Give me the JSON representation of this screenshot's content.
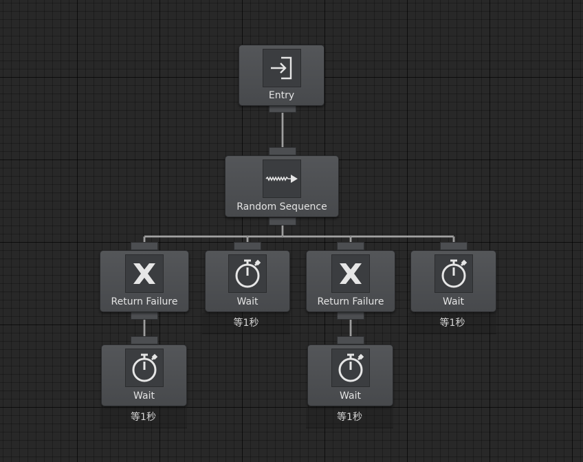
{
  "graph": {
    "nodes": {
      "entry": {
        "label": "Entry",
        "icon": "entry-arrow-icon"
      },
      "random_sequence": {
        "label": "Random Sequence",
        "icon": "wavy-arrow-icon"
      },
      "return_failure_1": {
        "label": "Return Failure",
        "icon": "x-failure-icon"
      },
      "wait_1": {
        "label": "Wait",
        "icon": "stopwatch-icon",
        "comment": "等1秒"
      },
      "return_failure_2": {
        "label": "Return Failure",
        "icon": "x-failure-icon"
      },
      "wait_2": {
        "label": "Wait",
        "icon": "stopwatch-icon",
        "comment": "等1秒"
      },
      "wait_3": {
        "label": "Wait",
        "icon": "stopwatch-icon",
        "comment": "等1秒"
      },
      "wait_4": {
        "label": "Wait",
        "icon": "stopwatch-icon",
        "comment": "等1秒"
      }
    },
    "edges": [
      [
        "entry",
        "random_sequence"
      ],
      [
        "random_sequence",
        "return_failure_1"
      ],
      [
        "random_sequence",
        "wait_1"
      ],
      [
        "random_sequence",
        "return_failure_2"
      ],
      [
        "random_sequence",
        "wait_2"
      ],
      [
        "return_failure_1",
        "wait_3"
      ],
      [
        "return_failure_2",
        "wait_4"
      ]
    ],
    "colors": {
      "background": "#282828",
      "node": "#4b4d50",
      "link": "#e8e8e8"
    }
  }
}
